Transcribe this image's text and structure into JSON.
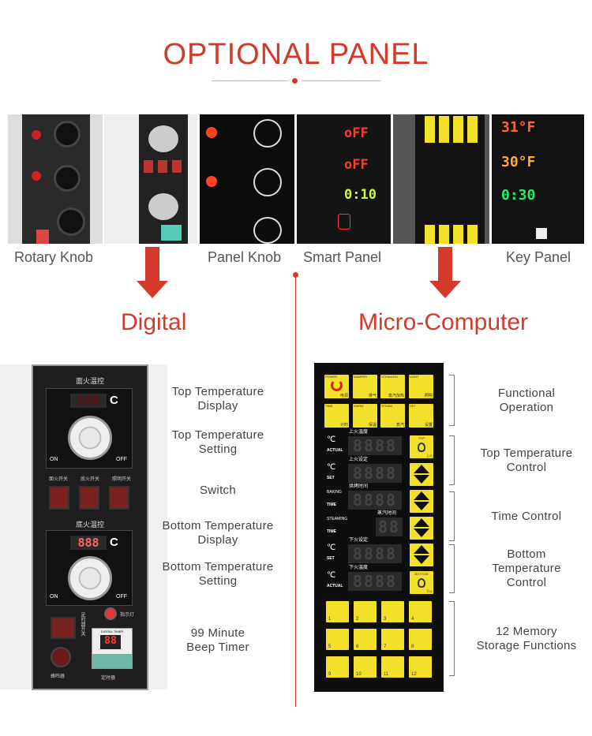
{
  "title": "OPTIONAL PANEL",
  "photos": [
    "Rotary Knob",
    "",
    "Panel Knob",
    "Smart Panel",
    "",
    "Key Panel"
  ],
  "photo_displays": {
    "smart": [
      "oFF",
      "oFF",
      "0:10"
    ],
    "key": [
      "31°F",
      "30°F",
      "0:30"
    ]
  },
  "sections": {
    "digital": "Digital",
    "micro": "Micro-Computer"
  },
  "digital_panel": {
    "top_heading": "面火温控",
    "bottom_heading": "底火温控",
    "top_display": "888",
    "bottom_display": "888",
    "unit": "C",
    "on": "ON",
    "off": "OFF",
    "switches": [
      {
        "top": "面火开关",
        "state": "OFF"
      },
      {
        "top": "底火开关",
        "state": "OFF"
      },
      {
        "top": "照明开关",
        "state": "OFF"
      }
    ],
    "timer_label": "DIGITAL TIMER",
    "timer_value": "88",
    "lamp_label": "指示灯",
    "buzzer_label": "蜂鸣器",
    "timer_switch": "定时器开关",
    "timer_name": "定时器"
  },
  "digital_labels": [
    "Top Temperature\nDisplay",
    "Top Temperature\nSetting",
    "Switch",
    "Bottom Temperature\nDisplay",
    "Bottom Temperature\nSetting",
    "99 Minute\nBeep Timer"
  ],
  "micro_panel": {
    "func_keys": [
      {
        "en": "POWER",
        "cn": "电源"
      },
      {
        "en": "DAMPER",
        "cn": "排气"
      },
      {
        "en": "STEAM-EN",
        "cn": "蒸汽加热"
      },
      {
        "en": "LIGHT",
        "cn": "照明"
      },
      {
        "en": "TIME",
        "cn": "计时"
      },
      {
        "en": "WARM",
        "cn": "保温"
      },
      {
        "en": "STEAM",
        "cn": "蒸汽"
      },
      {
        "en": "SET",
        "cn": "设置"
      }
    ],
    "rows": [
      {
        "cn": "上火温度",
        "unit": "℃",
        "label": "ACTUAL",
        "value": "8888"
      },
      {
        "cn": "上火设定",
        "unit": "℃",
        "label": "SET",
        "value": "8888"
      },
      {
        "cn": "烘烤时间",
        "unit": "BAKING",
        "label": "TIME",
        "value": "8888"
      },
      {
        "cn": "蒸汽时间",
        "unit": "STEAMING",
        "label": "TIME",
        "value": "88"
      },
      {
        "cn": "下火设定",
        "unit": "℃",
        "label": "SET",
        "value": "8888"
      },
      {
        "cn": "下火温度",
        "unit": "℃",
        "label": "ACTUAL",
        "value": "8888"
      }
    ],
    "top_key": "TOP",
    "top_key_cn": "上火",
    "bottom_key": "BOTTOM",
    "bottom_key_cn": "下火",
    "memory": [
      "1",
      "2",
      "3",
      "4",
      "5",
      "6",
      "7",
      "8",
      "9",
      "10",
      "11",
      "12"
    ]
  },
  "micro_labels": [
    "Functional\nOperation",
    "Top Temperature\nControl",
    "Time Control",
    "Bottom\nTemperature\nControl",
    "12 Memory\nStorage Functions"
  ],
  "colors": {
    "accent": "#d33a2c",
    "key_yellow": "#f2e02a"
  }
}
